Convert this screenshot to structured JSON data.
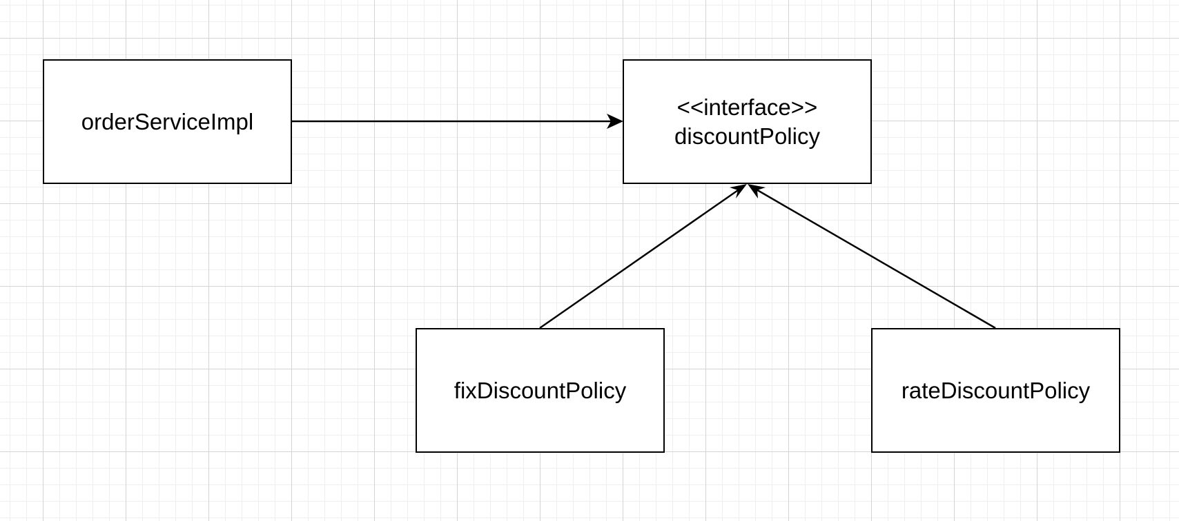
{
  "nodes": {
    "order_service": {
      "label": "orderServiceImpl"
    },
    "discount_interface": {
      "stereotype": "<<interface>>",
      "label": "discountPolicy"
    },
    "fix_discount": {
      "label": "fixDiscountPolicy"
    },
    "rate_discount": {
      "label": "rateDiscountPolicy"
    }
  },
  "edges": [
    {
      "from": "orderServiceImpl",
      "to": "discountPolicy",
      "style": "solid-arrow"
    },
    {
      "from": "fixDiscountPolicy",
      "to": "discountPolicy",
      "style": "solid-arrow"
    },
    {
      "from": "rateDiscountPolicy",
      "to": "discountPolicy",
      "style": "solid-arrow"
    }
  ],
  "colors": {
    "stroke": "#000000",
    "node_fill": "#ffffff",
    "grid_major": "#d4d4d4",
    "grid_minor": "#efefef"
  }
}
